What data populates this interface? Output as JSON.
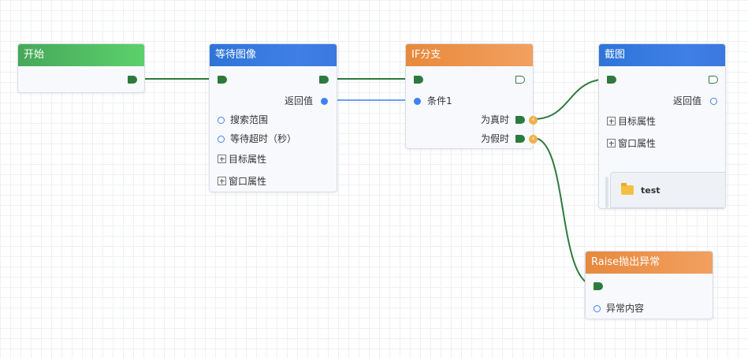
{
  "nodes": {
    "start": {
      "title": "开始"
    },
    "wait_image": {
      "title": "等待图像",
      "return_label": "返回值",
      "search_range": "搜索范围",
      "wait_timeout": "等待超时（秒）",
      "target_props": "目标属性",
      "window_props": "窗口属性"
    },
    "if_branch": {
      "title": "IF分支",
      "condition_label": "条件1",
      "true_label": "为真时",
      "false_label": "为假时"
    },
    "screenshot": {
      "title": "截图",
      "return_label": "返回值",
      "target_props": "目标属性",
      "window_props": "窗口属性",
      "folder_label": "test"
    },
    "raise": {
      "title": "Raise抛出异常",
      "content_label": "异常内容"
    }
  },
  "colors": {
    "flow_wire": "#2d7a3d",
    "data_wire": "#3b82f6",
    "header_green": "#5cd06c",
    "header_blue": "#3f7fe6",
    "header_orange": "#f2a060",
    "branch_marker": "#f0b04a"
  }
}
